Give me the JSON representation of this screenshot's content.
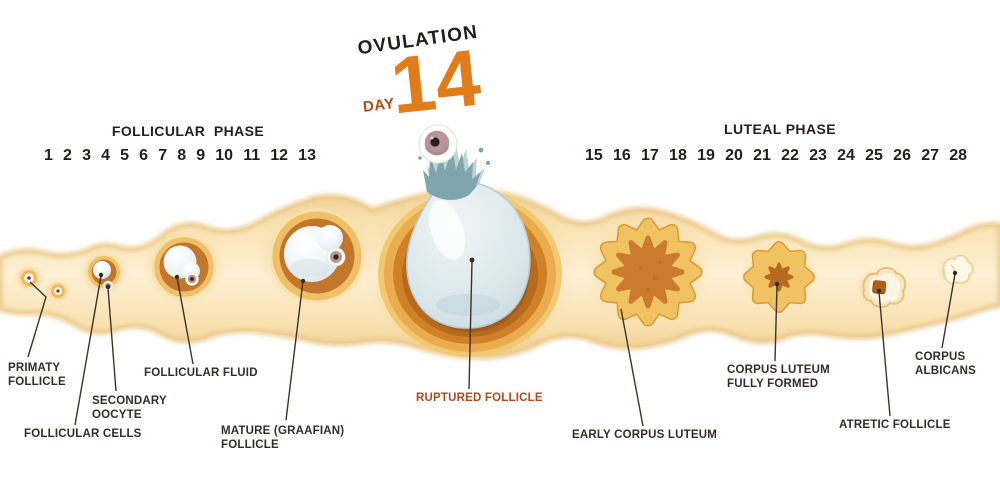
{
  "header": {
    "title": "OVULATION",
    "day_label": "DAY",
    "day_value": "14"
  },
  "phases": {
    "follicular": {
      "label": "FOLLICULAR  PHASE",
      "days": [
        "1",
        "2",
        "3",
        "4",
        "5",
        "6",
        "7",
        "8",
        "9",
        "10",
        "11",
        "12",
        "13"
      ]
    },
    "luteal": {
      "label": "LUTEAL PHASE",
      "days": [
        "15",
        "16",
        "17",
        "18",
        "19",
        "20",
        "21",
        "22",
        "23",
        "24",
        "25",
        "26",
        "27",
        "28"
      ]
    }
  },
  "annotations": {
    "primaty_follicle": "PRIMATY\nFOLLICLE",
    "follicular_cells": "FOLLICULAR CELLS",
    "secondary_oocyte": "SECONDARY\nOOCYTE",
    "follicular_fluid": "FOLLICULAR FLUID",
    "mature_graafian_follicle": "MATURE (GRAAFIAN)\nFOLLICLE",
    "ruptured_follicle": "RUPTURED FOLLICLE",
    "early_corpus_luteum": "EARLY CORPUS LUTEUM",
    "corpus_luteum_fully_formed": "CORPUS LUTEUM\nFULLY FORMED",
    "atretic_follicle": "ATRETIC FOLLICLE",
    "corpus_albicans": "CORPUS\nALBICANS"
  },
  "colors": {
    "background": "#ffffff",
    "tissue_band": "#fae5ba",
    "follicle_gold": "#eeb95c",
    "follicle_theca_brown": "#c1762b",
    "follicular_fluid_blue": "#dde9ee",
    "corpus_luteum_gold": "#f0c262",
    "corpus_luteum_core": "#ca7b2e",
    "splash_teal": "#7fa5ad",
    "ovum_pink": "#b59598",
    "heading_text": "#211d1a",
    "label_text": "#332d28",
    "ruptured_label_orange": "#b3491a",
    "day_number_orange": "#e17c1b",
    "day_word_orange": "#b54b10"
  }
}
